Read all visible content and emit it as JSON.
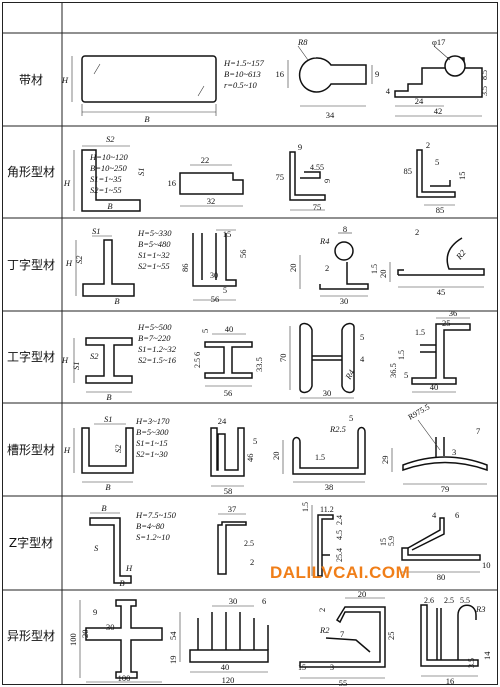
{
  "watermark": "DALILVCAI.COM",
  "rows": [
    {
      "name": "带材",
      "formula": [
        "H=1.5~157",
        "B=10~613",
        "r=0.5~10"
      ],
      "dims": {
        "H": "H",
        "B": "B",
        "R8": "R8",
        "d16": "16",
        "d9": "9",
        "d34": "34",
        "phi17": "φ17",
        "d4": "4",
        "d24": "24",
        "d42": "42",
        "d35": "3.5",
        "d85": "8.5"
      }
    },
    {
      "name": "角形型材",
      "formula": [
        "H=10~120",
        "B=10~250",
        "S1=1~35",
        "S2=1~55"
      ],
      "dims": {
        "S2": "S2",
        "S1": "S1",
        "H": "H",
        "B": "B",
        "d22": "22",
        "d16": "16",
        "d32": "32",
        "d9": "9",
        "d75": "75",
        "d45": "4.5",
        "d5": "5",
        "d9b": "9",
        "d75b": "75",
        "d2": "2",
        "d85": "85",
        "d5b": "5",
        "d15": "15",
        "d85b": "85"
      }
    },
    {
      "name": "丁字型材",
      "formula": [
        "H=5~330",
        "B=5~480",
        "S1=1~32",
        "S2=1~55"
      ],
      "dims": {
        "S1": "S1",
        "S2": "S2",
        "H": "H",
        "B": "B",
        "d15": "15",
        "d86": "86",
        "d30": "30",
        "d56": "56",
        "d5": "5",
        "d56b": "56",
        "d8": "8",
        "R4": "R4",
        "d20": "20",
        "d2": "2",
        "d15b": "1.5",
        "d30b": "30",
        "d2b": "2",
        "R2": "R2",
        "d20b": "20",
        "d45": "45"
      }
    },
    {
      "name": "工字型材",
      "formula": [
        "H=5~500",
        "B=7~220",
        "S1=1.2~32",
        "S2=1.5~16"
      ],
      "dims": {
        "H": "H",
        "S1": "S1",
        "S2": "S2",
        "B": "B",
        "d40": "40",
        "d5": "5",
        "d6": "6",
        "d25": "2.5",
        "d335": "33.5",
        "d56": "56",
        "d70": "70",
        "d5b": "5",
        "d4": "4",
        "R4": "R4",
        "d30": "30",
        "d36": "36",
        "d25b": "25",
        "d15": "1.5",
        "d15b": "1.5",
        "d365": "36.5",
        "d5c": "5",
        "d40b": "40"
      }
    },
    {
      "name": "槽形型材",
      "formula": [
        "H=3~170",
        "B=5~300",
        "S1=1~15",
        "S2=1~30"
      ],
      "dims": {
        "S1": "S1",
        "H": "H",
        "S2": "S2",
        "B": "B",
        "d24": "24",
        "d46": "46",
        "d5": "5",
        "d58": "58",
        "R25": "R2.5",
        "d5b": "5",
        "d20": "20",
        "d15": "1.5",
        "d38": "38",
        "R975": "R975.5",
        "d7": "7",
        "d29": "29",
        "d3": "3",
        "d79": "79"
      }
    },
    {
      "name": "Z字型材",
      "formula": [
        "H=7.5~150",
        "B=4~80",
        "S=1.2~10"
      ],
      "dims": {
        "B": "B",
        "S": "S",
        "H": "H",
        "B2": "B",
        "d37": "37",
        "d25": "2.5",
        "d2": "2",
        "d15": "1.5",
        "d112": "11.2",
        "d24": "2.4",
        "d45": "4.5",
        "d254": "25.4",
        "d4": "4",
        "d6": "6",
        "d15b": "15",
        "d59": "5.9",
        "d10": "10",
        "d80": "80"
      }
    },
    {
      "name": "异形型材",
      "formula": [],
      "dims": {
        "d100": "100",
        "d9": "9",
        "d20": "20",
        "d30": "30",
        "d100b": "100",
        "d30b": "30",
        "d6": "6",
        "d54": "54",
        "d19": "19",
        "d40": "40",
        "d120": "120",
        "d20b": "20",
        "d2": "2",
        "R2": "R2",
        "d7": "7",
        "d25": "25",
        "d15": "15",
        "d3": "3",
        "d55": "55",
        "d26": "2.6",
        "d25b": "2.5",
        "d55b": "5.5",
        "R3": "R3",
        "d35": "3.5",
        "d14": "14",
        "d16": "16"
      }
    }
  ]
}
